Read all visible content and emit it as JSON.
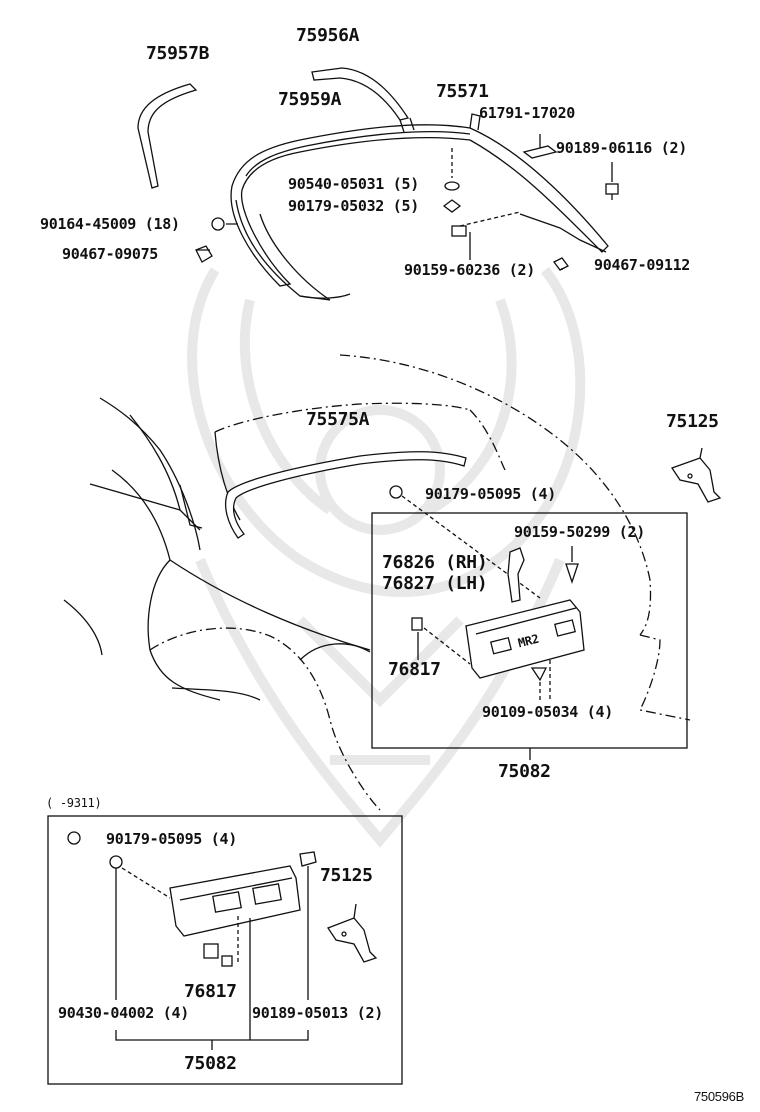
{
  "diagram": {
    "top_group": {
      "p75957B": "75957B",
      "p75956A": "75956A",
      "p75959A": "75959A",
      "p75571": "75571",
      "p61791": "61791-17020",
      "p90189_06116": "90189-06116 (2)",
      "p90540": "90540-05031 (5)",
      "p90179_05032": "90179-05032 (5)",
      "p90164": "90164-45009 (18)",
      "p90467_09075": "90467-09075",
      "p90159_60236": "90159-60236 (2)",
      "p90467_09112": "90467-09112"
    },
    "middle_group": {
      "p75575A": "75575A",
      "p75125": "75125",
      "p90179_05095": "90179-05095 (4)",
      "p90159_50299": "90159-50299 (2)",
      "p76826": "76826 (RH)",
      "p76827": "76827 (LH)",
      "p76817": "76817",
      "p90109": "90109-05034 (4)",
      "p75082": "75082",
      "emblem": "MR2"
    },
    "lower_group": {
      "range_note": "(     -9311)",
      "p90179_05095": "90179-05095 (4)",
      "p75125": "75125",
      "p76817": "76817",
      "p90430": "90430-04002 (4)",
      "p90189_05013": "90189-05013 (2)",
      "p75082": "75082"
    },
    "figure_ref": "750596B",
    "colors": {
      "ink": "#111111",
      "watermark": "#e6e6e6"
    }
  }
}
